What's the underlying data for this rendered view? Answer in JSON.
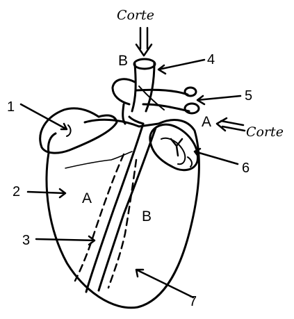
{
  "labels": {
    "corte_top": "Corte",
    "corte_right": "Corte",
    "n1": "1",
    "n2": "2",
    "n3": "3",
    "n4": "4",
    "n5": "5",
    "n6": "6",
    "n7": "7",
    "a_vessel": "A",
    "b_vessel": "B",
    "a_left": "A",
    "b_right": "B"
  }
}
